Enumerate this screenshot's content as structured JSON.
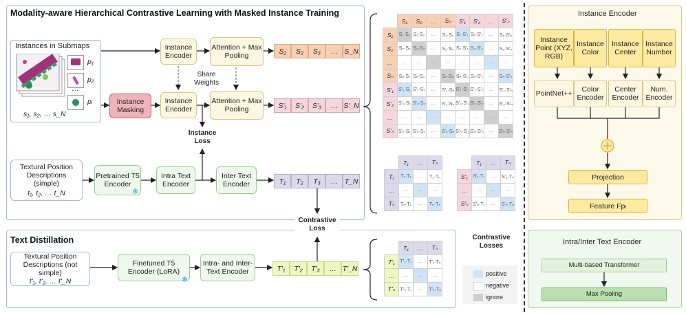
{
  "main": {
    "title": "Modality-aware Hierarchical Contrastive Learning with Masked Instance Training",
    "instances_title": "Instances in Submaps",
    "instance_list": "s₁, s₂, … s_N",
    "p_labels": [
      "p₁",
      "p₂",
      "pᵢ"
    ],
    "instance_encoder": "Instance Encoder",
    "instance_masking": "Instance Masking",
    "attention_pooling": "Attention + Max Pooling",
    "share_weights": "Share Weights",
    "instance_loss": "Instance Loss",
    "s_tokens": [
      "S₁",
      "S₂",
      "S₃",
      "…",
      "S_N"
    ],
    "sp_tokens": [
      "S'₁",
      "S'₂",
      "S'₃",
      "…",
      "S'_N"
    ],
    "textural_simple": "Textural Position Descriptions (simple)",
    "t_list": "t₁, t₂, … t_N",
    "pretrained_t5": "Pretrained T5 Encoder",
    "intra_text": "Intra Text Encoder",
    "inter_text": "Inter Text Encoder",
    "t_tokens": [
      "T₁",
      "T₂",
      "T₃",
      "…",
      "T_N"
    ],
    "contrastive_loss": "Contrastive Loss"
  },
  "distill": {
    "title": "Text Distillation",
    "textural_not_simple": "Textural Position Descriptions (not simple)",
    "tp_list": "t'₁, t'₂, … t'_N",
    "finetuned_t5": "Finetuned T5 Encoder (LoRA)",
    "intra_inter": "Intra- and Inter-Text Encoder",
    "tp_tokens": [
      "T'₁",
      "T'₂",
      "T'₃",
      "…",
      "T'_N"
    ]
  },
  "losses": {
    "title": "Contrastive Losses",
    "positive": "positive",
    "negative": "negative",
    "ignore": "ignore"
  },
  "instance_encoder_panel": {
    "title": "Instance Encoder",
    "inputs": [
      "Instance Point (XYZ, RGB)",
      "Instance Color",
      "Instance Center",
      "Instance Number"
    ],
    "encoders": [
      "PointNet++",
      "Color Encoder",
      "Center Encoder",
      "Num. Encoder"
    ],
    "projection": "Projection",
    "feature": "Feature Fpᵢ"
  },
  "text_encoder_panel": {
    "title": "Intra/Inter Text Encoder",
    "transformer": "Multi-based Transformer",
    "pooling": "Max Pooling"
  },
  "colors": {
    "s_token": "#f7d0b4",
    "sp_token": "#f6d6de",
    "t_token": "#dcd9ea",
    "tp_token": "#eef7c2",
    "positive": "#cfe3f5",
    "ignore": "#cfcfcf",
    "masking": "#f0b3ba"
  }
}
